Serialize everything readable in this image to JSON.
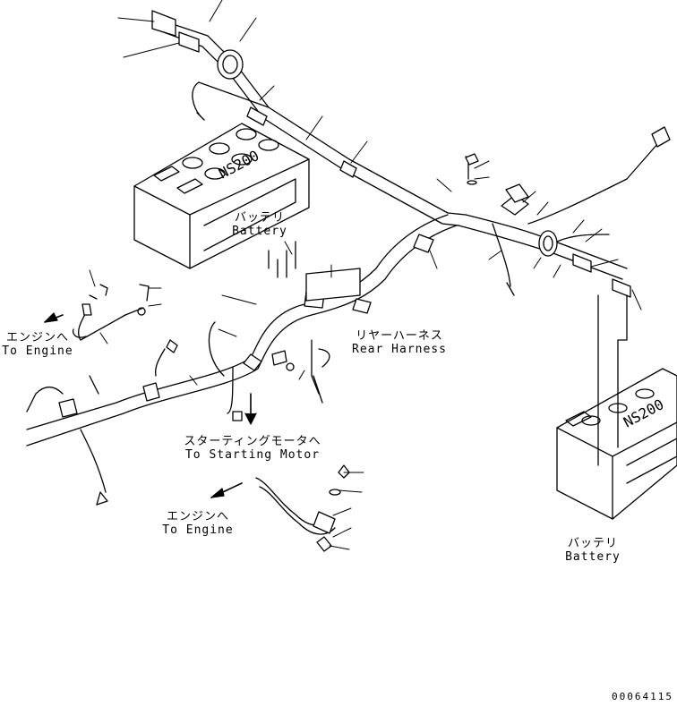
{
  "labels": {
    "battery_left_jp": "バッテリ",
    "battery_left_en": "Battery",
    "battery_right_jp": "バッテリ",
    "battery_right_en": "Battery",
    "rear_harness_jp": "リヤーハーネス",
    "rear_harness_en": "Rear Harness",
    "to_engine_1_jp": "エンジンへ",
    "to_engine_1_en": "To Engine",
    "to_engine_2_jp": "エンジンへ",
    "to_engine_2_en": "To Engine",
    "starting_motor_jp": "スターティングモータへ",
    "starting_motor_en": "To Starting Motor",
    "battery_model_left": "NS200",
    "battery_model_right": "NS200"
  },
  "drawing_number": "00064115"
}
